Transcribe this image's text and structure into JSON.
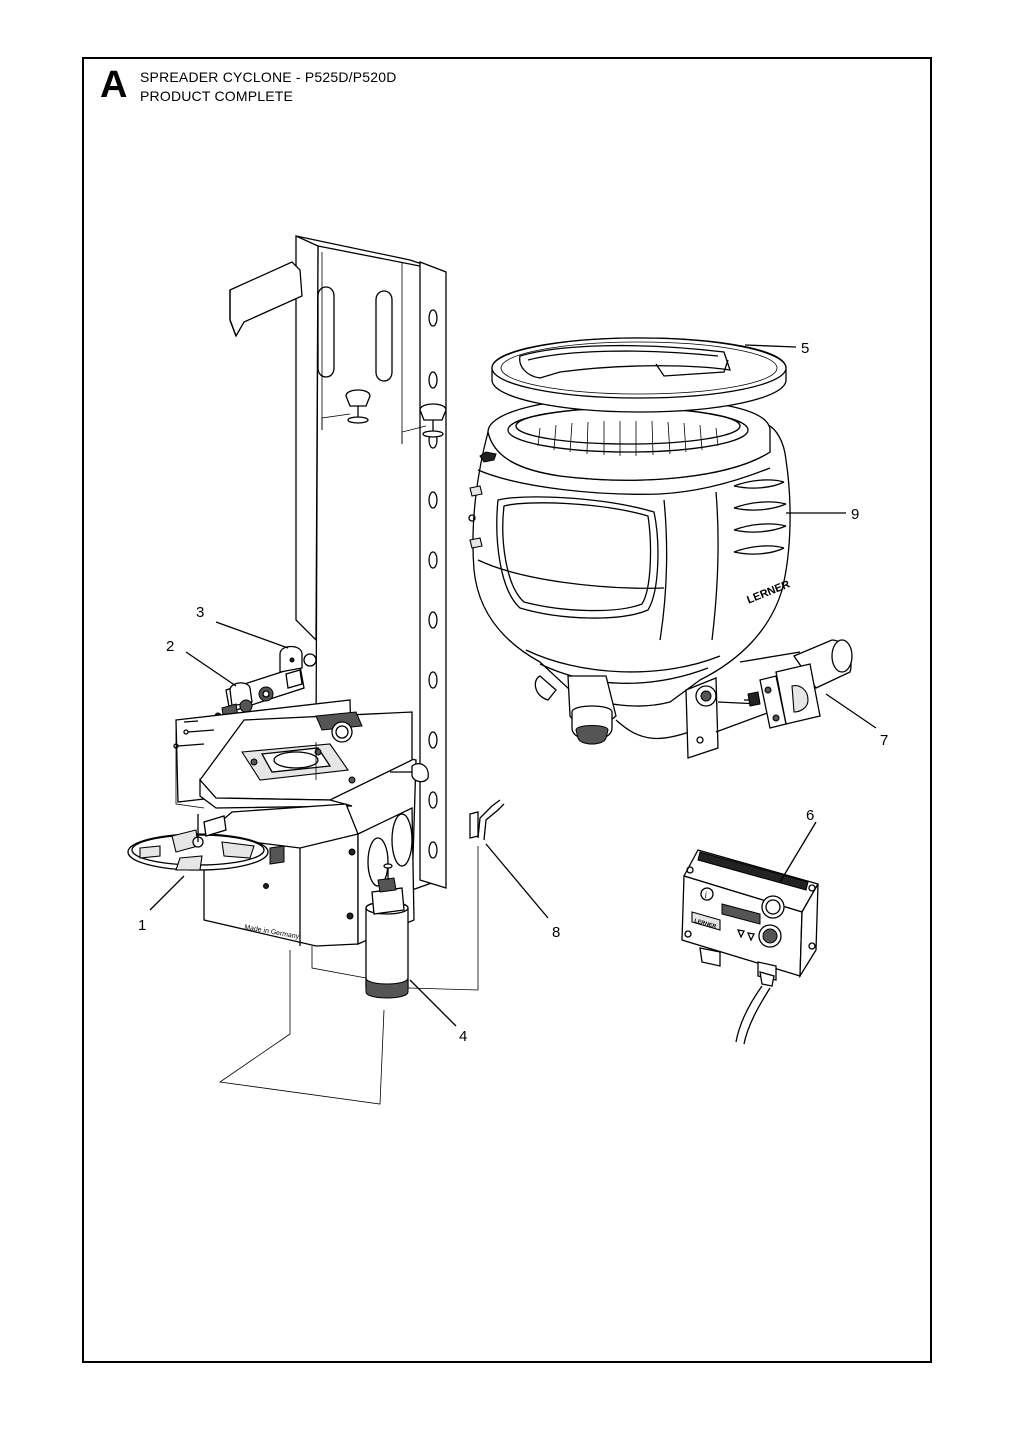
{
  "header": {
    "section_letter": "A",
    "title_line_1": "SPREADER CYCLONE - P525D/P520D",
    "title_line_2": "PRODUCT COMPLETE"
  },
  "callouts": [
    "1",
    "2",
    "3",
    "4",
    "5",
    "6",
    "7",
    "8",
    "9"
  ],
  "part_markings": {
    "housing_label": "Made in Germany",
    "brand": "LERNER"
  }
}
